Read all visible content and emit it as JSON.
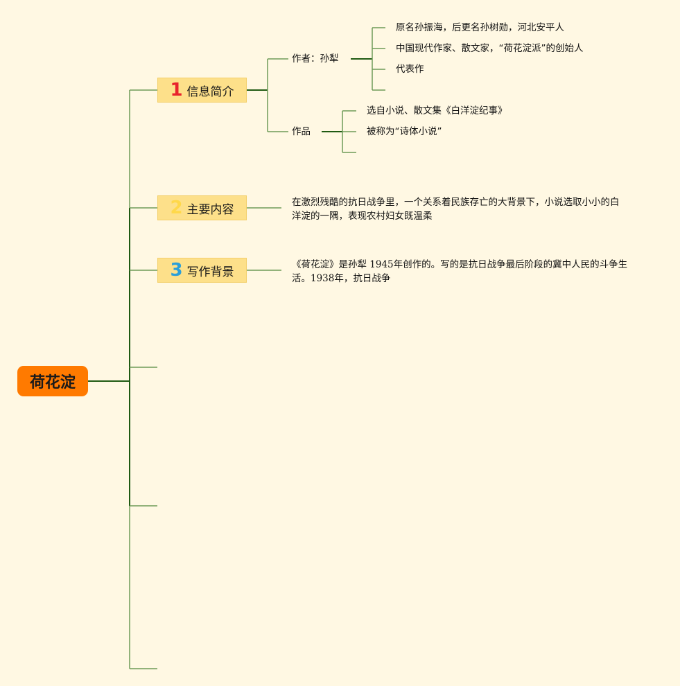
{
  "root": {
    "label": "荷花淀"
  },
  "branches": [
    {
      "number": "1",
      "label": "信息简介"
    },
    {
      "number": "2",
      "label": "主要内容"
    },
    {
      "number": "3",
      "label": "写作背景"
    }
  ],
  "info": {
    "author": {
      "label": "作者：孙犁",
      "items": [
        "原名孙振海，后更名孙树勋，河北安平人",
        "中国现代作家、散文家，“荷花淀派”的创始人",
        "代表作",
        ""
      ]
    },
    "works": {
      "label": "作品",
      "items": [
        "选自小说、散文集《白洋淀纪事》",
        "被称为“诗体小说”",
        ""
      ]
    }
  },
  "summary": {
    "line1": "在激烈残酷的抗日战争里，一个关系着民族存亡的大背景下，小说选取小小的白",
    "line2": "洋淀的一隅，表现农村妇女既温柔"
  },
  "background": {
    "line1": "《荷花淀》是孙犁 1945年创作的。写的是抗日战争最后阶段的冀中人民的斗争生",
    "line2": "活。1938年，抗日战争"
  },
  "colors": {
    "root_fill": "#ff7a00",
    "branch_fill": "#fde08a",
    "trunk_line": "#1f5a12",
    "branch_line": "#6e9a58",
    "background": "#fff8e3"
  }
}
